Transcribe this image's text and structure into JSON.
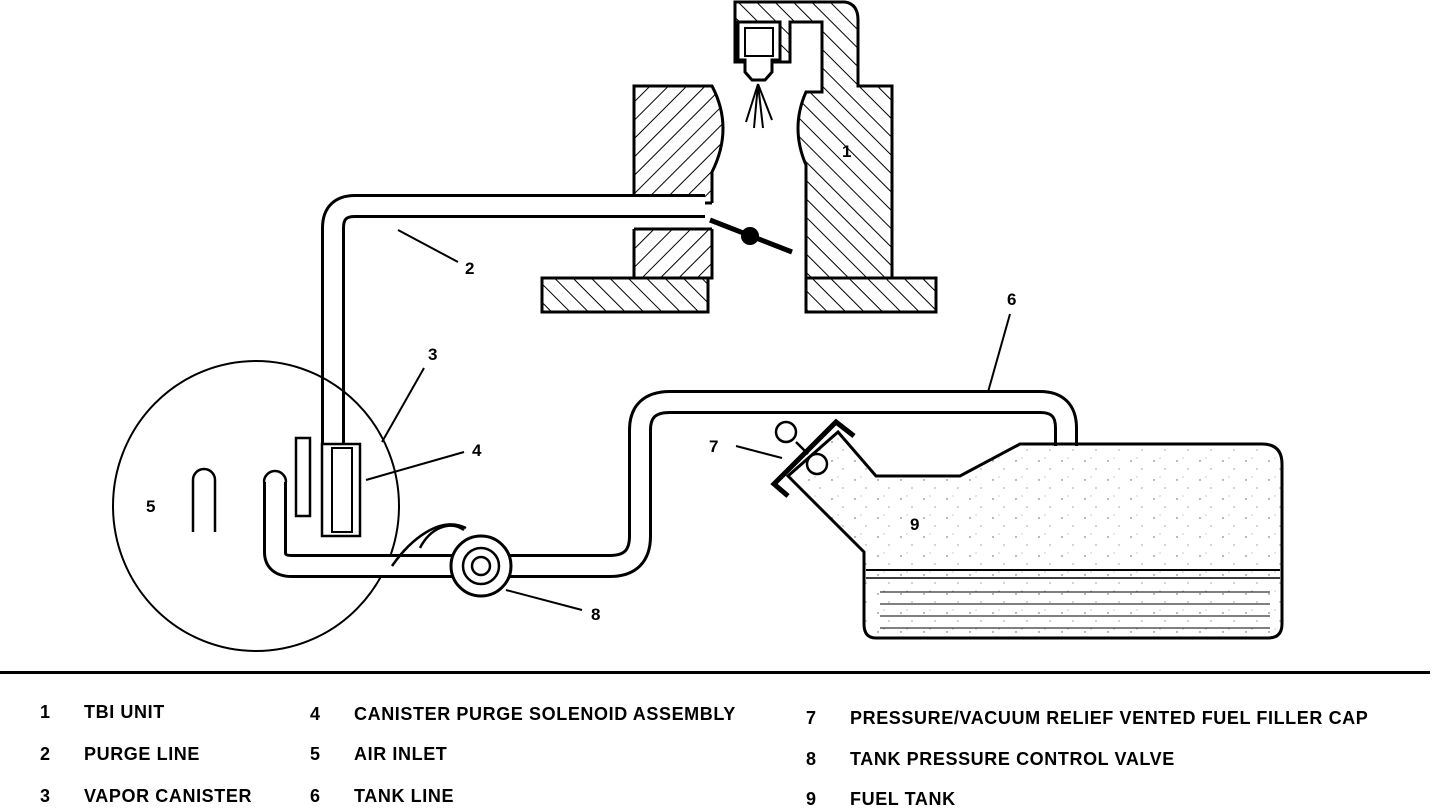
{
  "callouts": {
    "c1": "1",
    "c2": "2",
    "c3": "3",
    "c4": "4",
    "c5": "5",
    "c6": "6",
    "c7": "7",
    "c8": "8",
    "c9": "9"
  },
  "legend": {
    "col1": [
      {
        "num": "1",
        "label": "TBI UNIT"
      },
      {
        "num": "2",
        "label": "PURGE LINE"
      },
      {
        "num": "3",
        "label": "VAPOR CANISTER"
      }
    ],
    "col2": [
      {
        "num": "4",
        "label": "CANISTER PURGE SOLENOID ASSEMBLY"
      },
      {
        "num": "5",
        "label": "AIR INLET"
      },
      {
        "num": "6",
        "label": "TANK LINE"
      }
    ],
    "col3": [
      {
        "num": "7",
        "label": "PRESSURE/VACUUM RELIEF VENTED FUEL FILLER CAP"
      },
      {
        "num": "8",
        "label": "TANK PRESSURE CONTROL VALVE"
      },
      {
        "num": "9",
        "label": "FUEL TANK"
      }
    ]
  }
}
